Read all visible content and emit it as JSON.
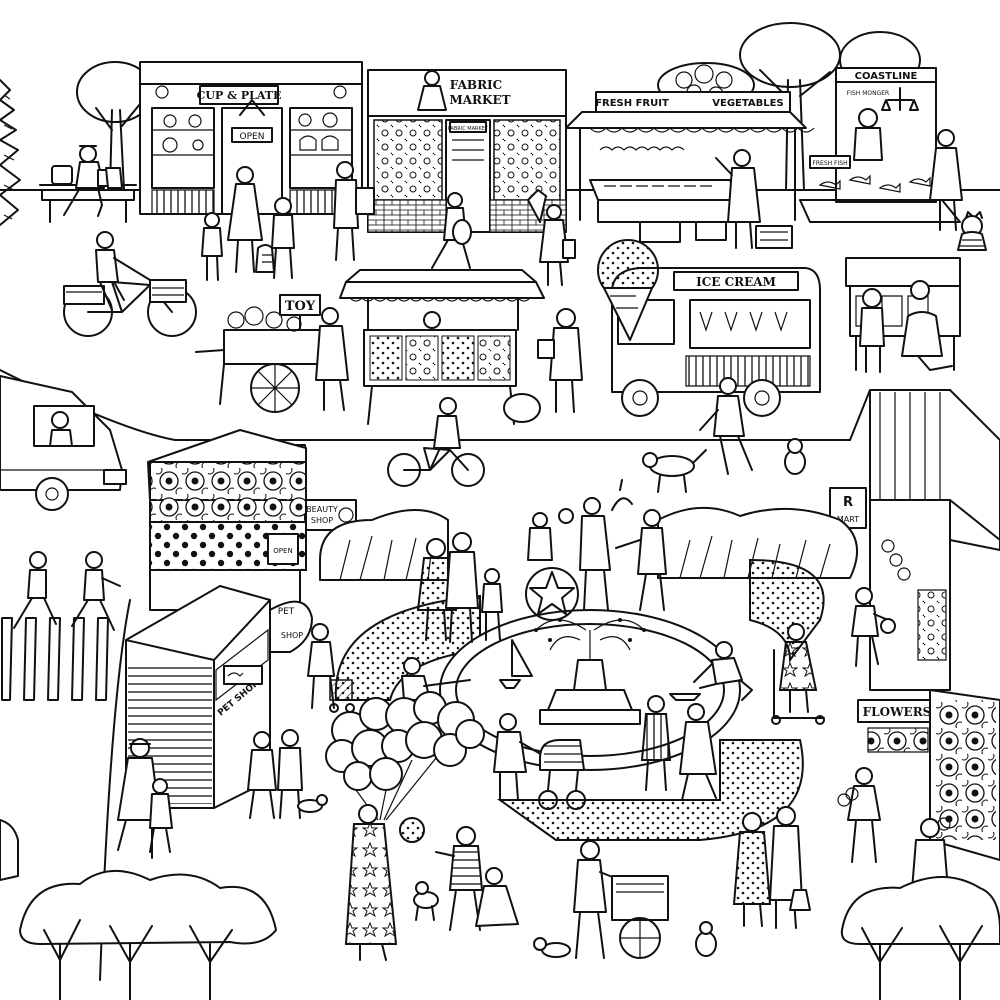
{
  "signs": {
    "cup_plate": "CUP & PLATE",
    "open": "OPEN",
    "fabric": "FABRIC",
    "market": "MARKET",
    "fabric_small": "FABRIC MARKET",
    "fresh_fruit": "FRESH FRUIT",
    "vegetables": "VEGETABLES",
    "coastline": "COASTLINE",
    "fishmonger": "FISH MONGER",
    "fresh_fish": "FRESH FISH",
    "toy": "TOY",
    "ice_cream": "ICE CREAM",
    "beauty": "BEAUTY",
    "shop": "SHOP",
    "r": "R",
    "mart": "MART",
    "pet": "PET",
    "pet_shop_upright": "SHOP",
    "pet_shop_side": "PET SHOP",
    "open_side": "OPEN",
    "flowers": "FLOWERS"
  },
  "colors": {
    "ink": "#111111",
    "paper": "#ffffff"
  }
}
